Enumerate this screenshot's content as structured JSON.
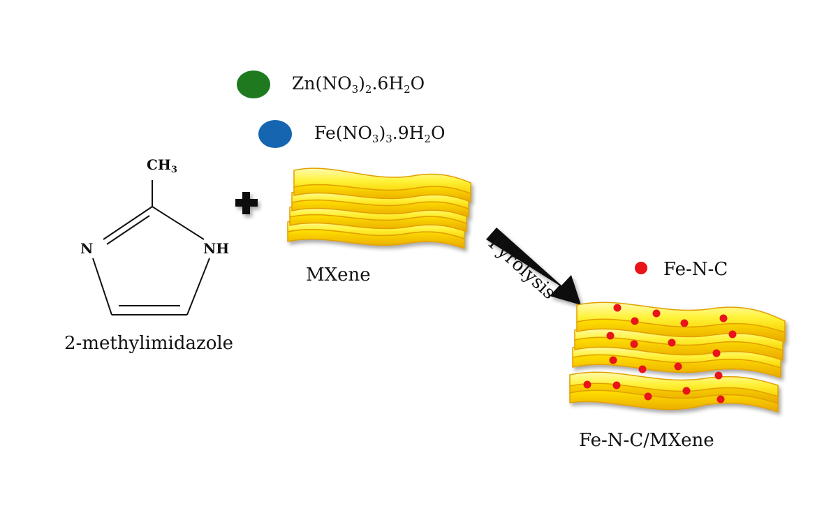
{
  "reagents": {
    "zinc": {
      "label": "Zn(NO",
      "sub1": "3",
      "mid": ")",
      "sub2": "2",
      "rest": ".6H",
      "sub3": "2",
      "end": "O",
      "color": "#1f7a1f"
    },
    "iron": {
      "label": "Fe(NO",
      "sub1": "3",
      "mid": ")",
      "sub2": "3",
      "rest": ".9H",
      "sub3": "2",
      "end": "O",
      "color": "#1565b0"
    }
  },
  "molecule": {
    "methyl": "CH",
    "methyl_sub": "3",
    "nitrogen": "N",
    "nh": "NH",
    "name": "2-methylimidazole"
  },
  "mxene": {
    "label": "MXene",
    "layer_fill": "#fff23a",
    "layer_edge": "#f2b400"
  },
  "process": {
    "arrow_label": "Pyrolysis"
  },
  "product": {
    "dot_label": "Fe-N-C",
    "dot_color": "#e8141a",
    "name": "Fe-N-C/MXene"
  }
}
